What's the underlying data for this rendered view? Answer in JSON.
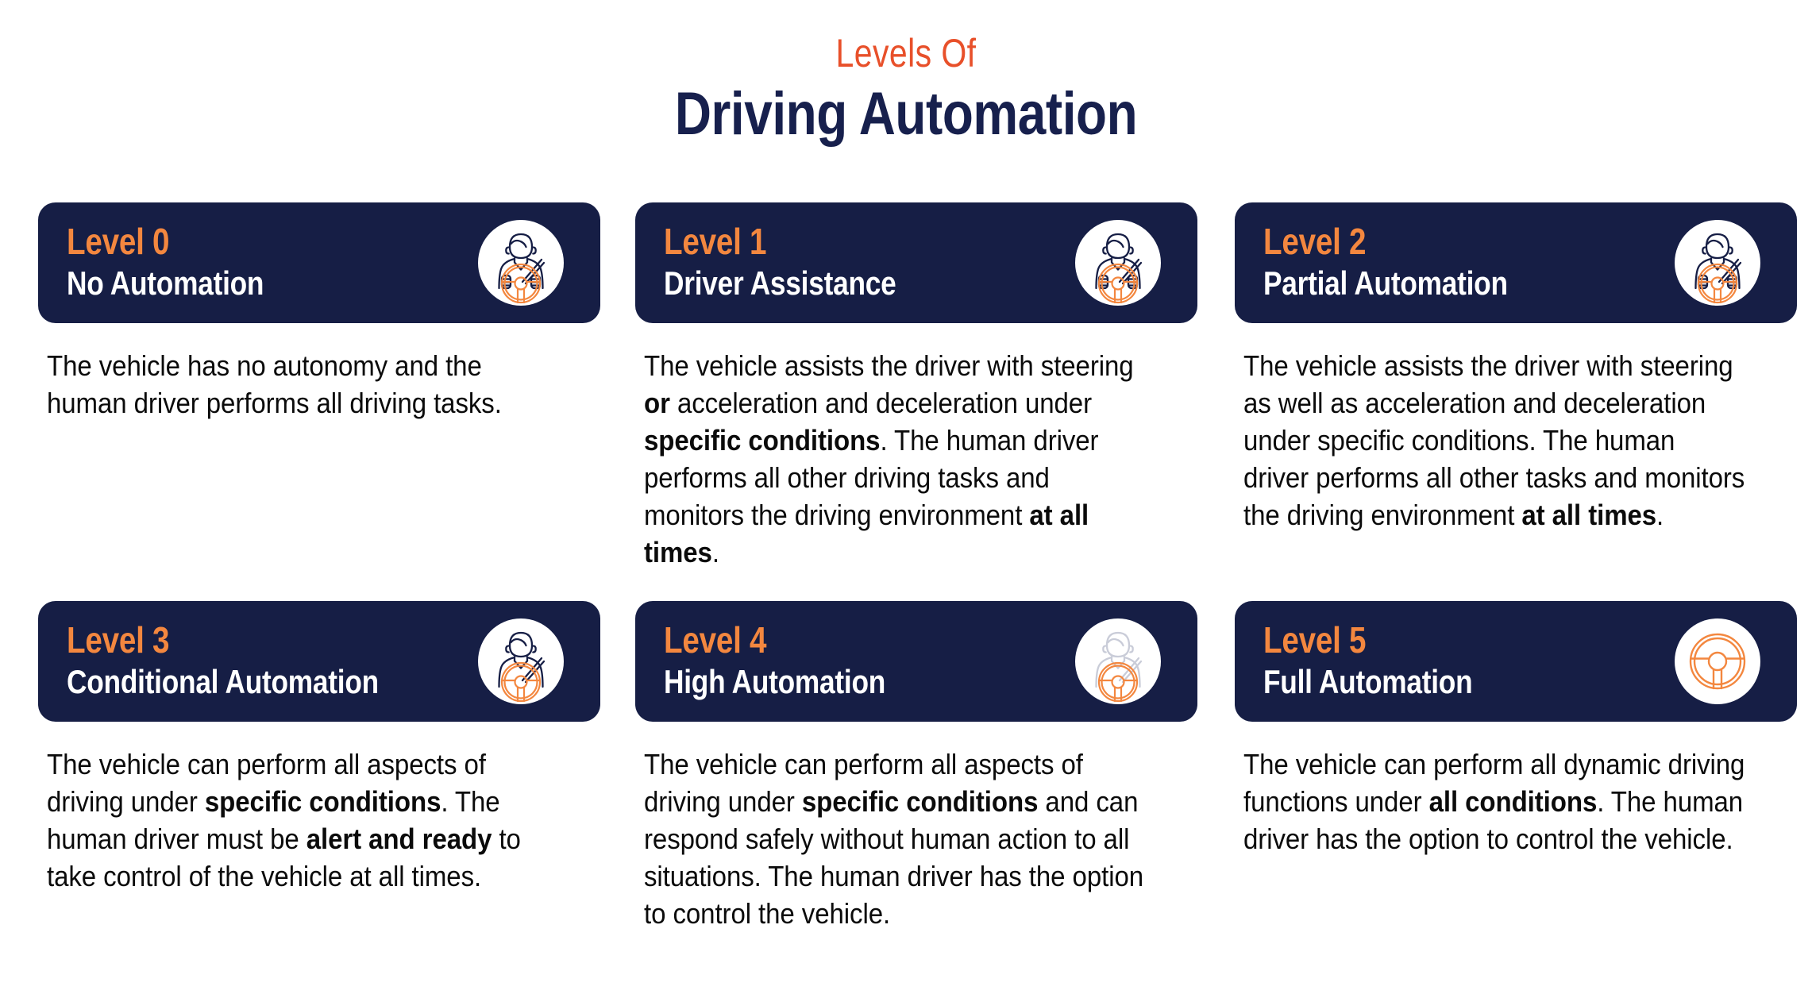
{
  "header": {
    "eyebrow": "Levels Of",
    "title": "Driving Automation"
  },
  "colors": {
    "navy": "#161E45",
    "orange": "#F3873F",
    "title_orange": "#E8502A",
    "title_navy": "#17204D",
    "body_text": "#0b0b0b",
    "background": "#ffffff",
    "icon_muted": "#c9ccd8"
  },
  "levels": [
    {
      "level_label": "Level 0",
      "name": "No Automation",
      "icon": "driver-hands-on-wheel-icon",
      "description_parts": [
        {
          "text": "The vehicle has no autonomy and the human driver performs all driving tasks.",
          "bold": false
        }
      ]
    },
    {
      "level_label": "Level 1",
      "name": "Driver Assistance",
      "icon": "driver-hands-on-wheel-icon",
      "description_parts": [
        {
          "text": "The vehicle assists the driver with steering ",
          "bold": false
        },
        {
          "text": "or",
          "bold": true
        },
        {
          "text": " acceleration and deceleration under ",
          "bold": false
        },
        {
          "text": "specific conditions",
          "bold": true
        },
        {
          "text": ". The human driver performs all other driving tasks and monitors the driving environment ",
          "bold": false
        },
        {
          "text": "at all times",
          "bold": true
        },
        {
          "text": ".",
          "bold": false
        }
      ]
    },
    {
      "level_label": "Level 2",
      "name": "Partial Automation",
      "icon": "driver-hands-on-wheel-icon",
      "description_parts": [
        {
          "text": "The vehicle assists the driver with steering as well as acceleration and deceleration under specific conditions. The human driver performs all other tasks and monitors the driving environment ",
          "bold": false
        },
        {
          "text": "at all times",
          "bold": true
        },
        {
          "text": ".",
          "bold": false
        }
      ]
    },
    {
      "level_label": "Level 3",
      "name": "Conditional Automation",
      "icon": "driver-hands-off-wheel-icon",
      "description_parts": [
        {
          "text": "The vehicle can perform all aspects of driving under ",
          "bold": false
        },
        {
          "text": "specific conditions",
          "bold": true
        },
        {
          "text": ". The human driver must be ",
          "bold": false
        },
        {
          "text": "alert and ready",
          "bold": true
        },
        {
          "text": " to take control of the vehicle at all times.",
          "bold": false
        }
      ]
    },
    {
      "level_label": "Level 4",
      "name": "High Automation",
      "icon": "faded-driver-wheel-icon",
      "description_parts": [
        {
          "text": "The vehicle can perform all aspects of driving under ",
          "bold": false
        },
        {
          "text": "specific conditions",
          "bold": true
        },
        {
          "text": " and can respond safely without human action to all situations. The human driver has the option to control the vehicle.",
          "bold": false
        }
      ]
    },
    {
      "level_label": "Level 5",
      "name": "Full Automation",
      "icon": "steering-wheel-only-icon",
      "description_parts": [
        {
          "text": "The vehicle can perform all dynamic driving functions under ",
          "bold": false
        },
        {
          "text": "all conditions",
          "bold": true
        },
        {
          "text": ". The human driver has the option to control the vehicle.",
          "bold": false
        }
      ]
    }
  ]
}
